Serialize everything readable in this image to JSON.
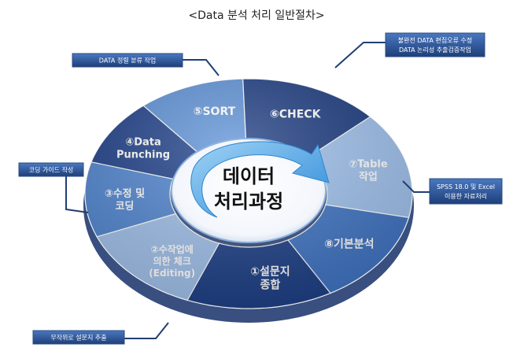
{
  "title": "<Data 분석 처리 일반절차>",
  "center": {
    "line1": "데이터",
    "line2": "처리과정"
  },
  "segments": [
    {
      "line1": "①설문지",
      "line2": "종합",
      "color": "#1d3f86"
    },
    {
      "line1": "②수작업에",
      "line2": "의한 체크",
      "line3": "(Editing)",
      "color": "#9fc0ea"
    },
    {
      "line1": "③수정 및",
      "line2": "코딩",
      "color": "#4f85d0"
    },
    {
      "line1": "④Data",
      "line2": "Punching",
      "color": "#1c3e88"
    },
    {
      "line1": "⑤SORT",
      "color": "#5b90d6"
    },
    {
      "line1": "⑥CHECK",
      "color": "#1a3a80"
    },
    {
      "line1": "⑦Table",
      "line2": "작업",
      "color": "#9fc2ee"
    },
    {
      "line1": "⑧기본분석",
      "color": "#3f74c4"
    }
  ],
  "callouts": [
    {
      "lines": [
        "DATA 정렬 분류 작업"
      ]
    },
    {
      "lines": [
        "불완전 DATA 편집오류 수정",
        "DATA 논리성 추출검증작업"
      ]
    },
    {
      "lines": [
        "코딩 가이드 작성"
      ]
    },
    {
      "lines": [
        "SPSS 18.0 및 Excel",
        "이용한 자료처리"
      ]
    },
    {
      "lines": [
        "무작위로 설문지 추출"
      ]
    }
  ]
}
